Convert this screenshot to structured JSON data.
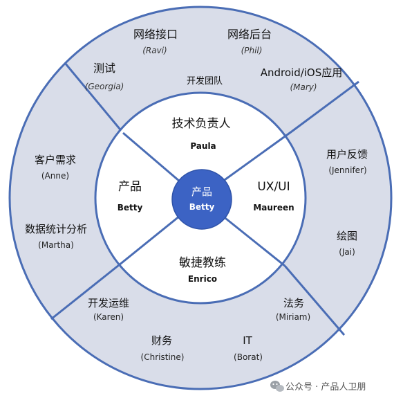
{
  "colors": {
    "outer_fill": "#d9dde9",
    "ring_stroke": "#4a6db5",
    "inner_fill": "#ffffff",
    "center_fill": "#3c63c4",
    "center_text": "#ffffff"
  },
  "team_label": "开发团队",
  "center": {
    "role": "产品",
    "name": "Betty"
  },
  "inner": {
    "top": {
      "role": "技术负责人",
      "name": "Paula"
    },
    "left": {
      "role": "产品",
      "name": "Betty"
    },
    "right": {
      "role": "UX/UI",
      "name": "Maureen"
    },
    "bottom": {
      "role": "敏捷教练",
      "name": "Enrico"
    }
  },
  "outer": {
    "network_interface": {
      "role": "网络接口",
      "name": "(Ravi)"
    },
    "network_backend": {
      "role": "网络后台",
      "name": "(Phil)"
    },
    "testing": {
      "role": "测试",
      "name": "(Georgia)"
    },
    "mobile_app": {
      "role": "Android/iOS应用",
      "name": "(Mary)"
    },
    "customer_needs": {
      "role": "客户需求",
      "name": "(Anne)"
    },
    "data_analysis": {
      "role": "数据统计分析",
      "name": "(Martha)"
    },
    "user_feedback": {
      "role": "用户反馈",
      "name": "(Jennifer)"
    },
    "drawing": {
      "role": "绘图",
      "name": "(Jai)"
    },
    "devops": {
      "role": "开发运维",
      "name": "(Karen)"
    },
    "legal": {
      "role": "法务",
      "name": "(Miriam)"
    },
    "finance": {
      "role": "财务",
      "name": "(Christine)"
    },
    "it": {
      "role": "IT",
      "name": "(Borat)"
    }
  },
  "watermark": {
    "icon": "wechat-icon",
    "text": "公众号 · 产品人卫朋"
  }
}
